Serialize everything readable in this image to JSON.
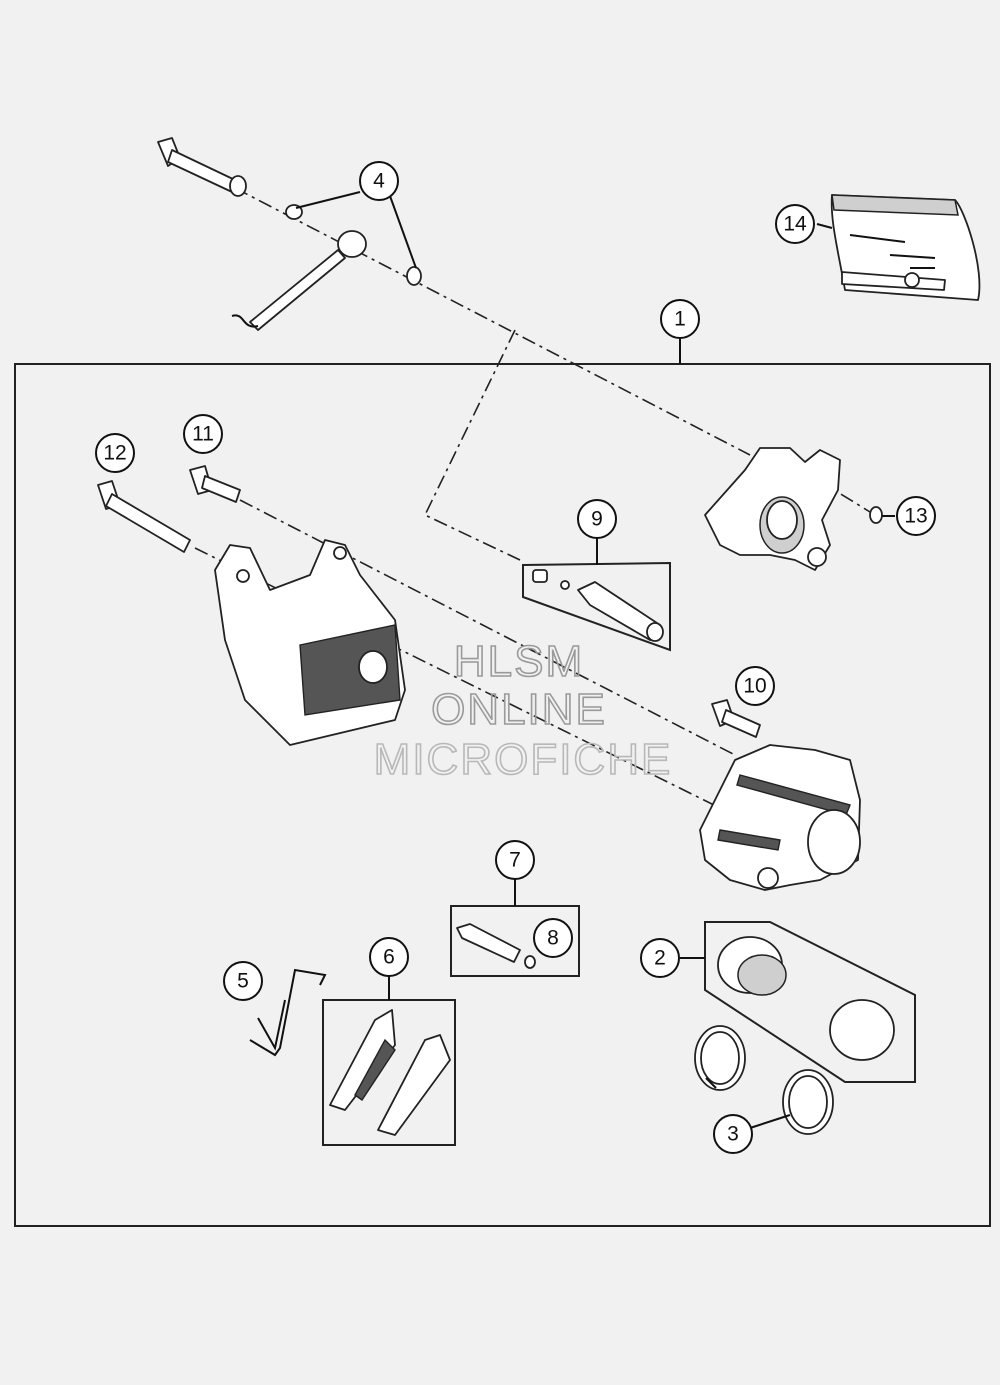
{
  "diagram": {
    "callouts": [
      "1",
      "2",
      "3",
      "4",
      "5",
      "6",
      "7",
      "8",
      "9",
      "10",
      "11",
      "12",
      "13",
      "14"
    ],
    "watermark": [
      "HLSM",
      "ONLINE",
      "MICROFICHE"
    ]
  }
}
